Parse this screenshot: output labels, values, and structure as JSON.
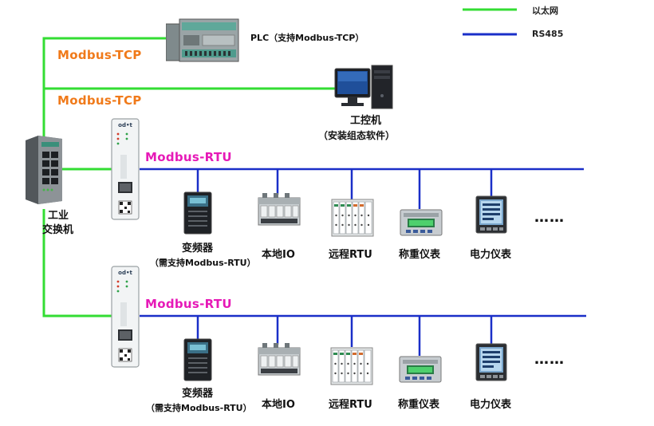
{
  "legend": {
    "ethernet": {
      "label": "以太网",
      "color": "#33dd33"
    },
    "rs485": {
      "label": "RS485",
      "color": "#1a2fc8"
    }
  },
  "plc": {
    "label": "PLC（支持Modbus-TCP）",
    "icon": "plc-icon"
  },
  "tcp_labels": [
    "Modbus-TCP",
    "Modbus-TCP"
  ],
  "ipc": {
    "label_line1": "工控机",
    "label_line2": "（安装组态软件）",
    "icon": "industrial-pc-icon"
  },
  "switch": {
    "label_line1": "工业",
    "label_line2": "交换机",
    "icon": "ethernet-switch-icon"
  },
  "gateway": {
    "brand": "od•t",
    "icon": "gateway-icon"
  },
  "buses": [
    {
      "protocol": "Modbus-RTU",
      "devices": [
        {
          "label_line1": "变频器",
          "label_line2": "（需支持Modbus-RTU）",
          "icon": "inverter-icon"
        },
        {
          "label_line1": "本地IO",
          "icon": "local-io-icon"
        },
        {
          "label_line1": "远程RTU",
          "icon": "remote-rtu-icon"
        },
        {
          "label_line1": "称重仪表",
          "icon": "weighing-meter-icon"
        },
        {
          "label_line1": "电力仪表",
          "icon": "power-meter-icon"
        }
      ],
      "more": "……"
    },
    {
      "protocol": "Modbus-RTU",
      "devices": [
        {
          "label_line1": "变频器",
          "label_line2": "（需支持Modbus-RTU）",
          "icon": "inverter-icon"
        },
        {
          "label_line1": "本地IO",
          "icon": "local-io-icon"
        },
        {
          "label_line1": "远程RTU",
          "icon": "remote-rtu-icon"
        },
        {
          "label_line1": "称重仪表",
          "icon": "weighing-meter-icon"
        },
        {
          "label_line1": "电力仪表",
          "icon": "power-meter-icon"
        }
      ],
      "more": "……"
    }
  ]
}
